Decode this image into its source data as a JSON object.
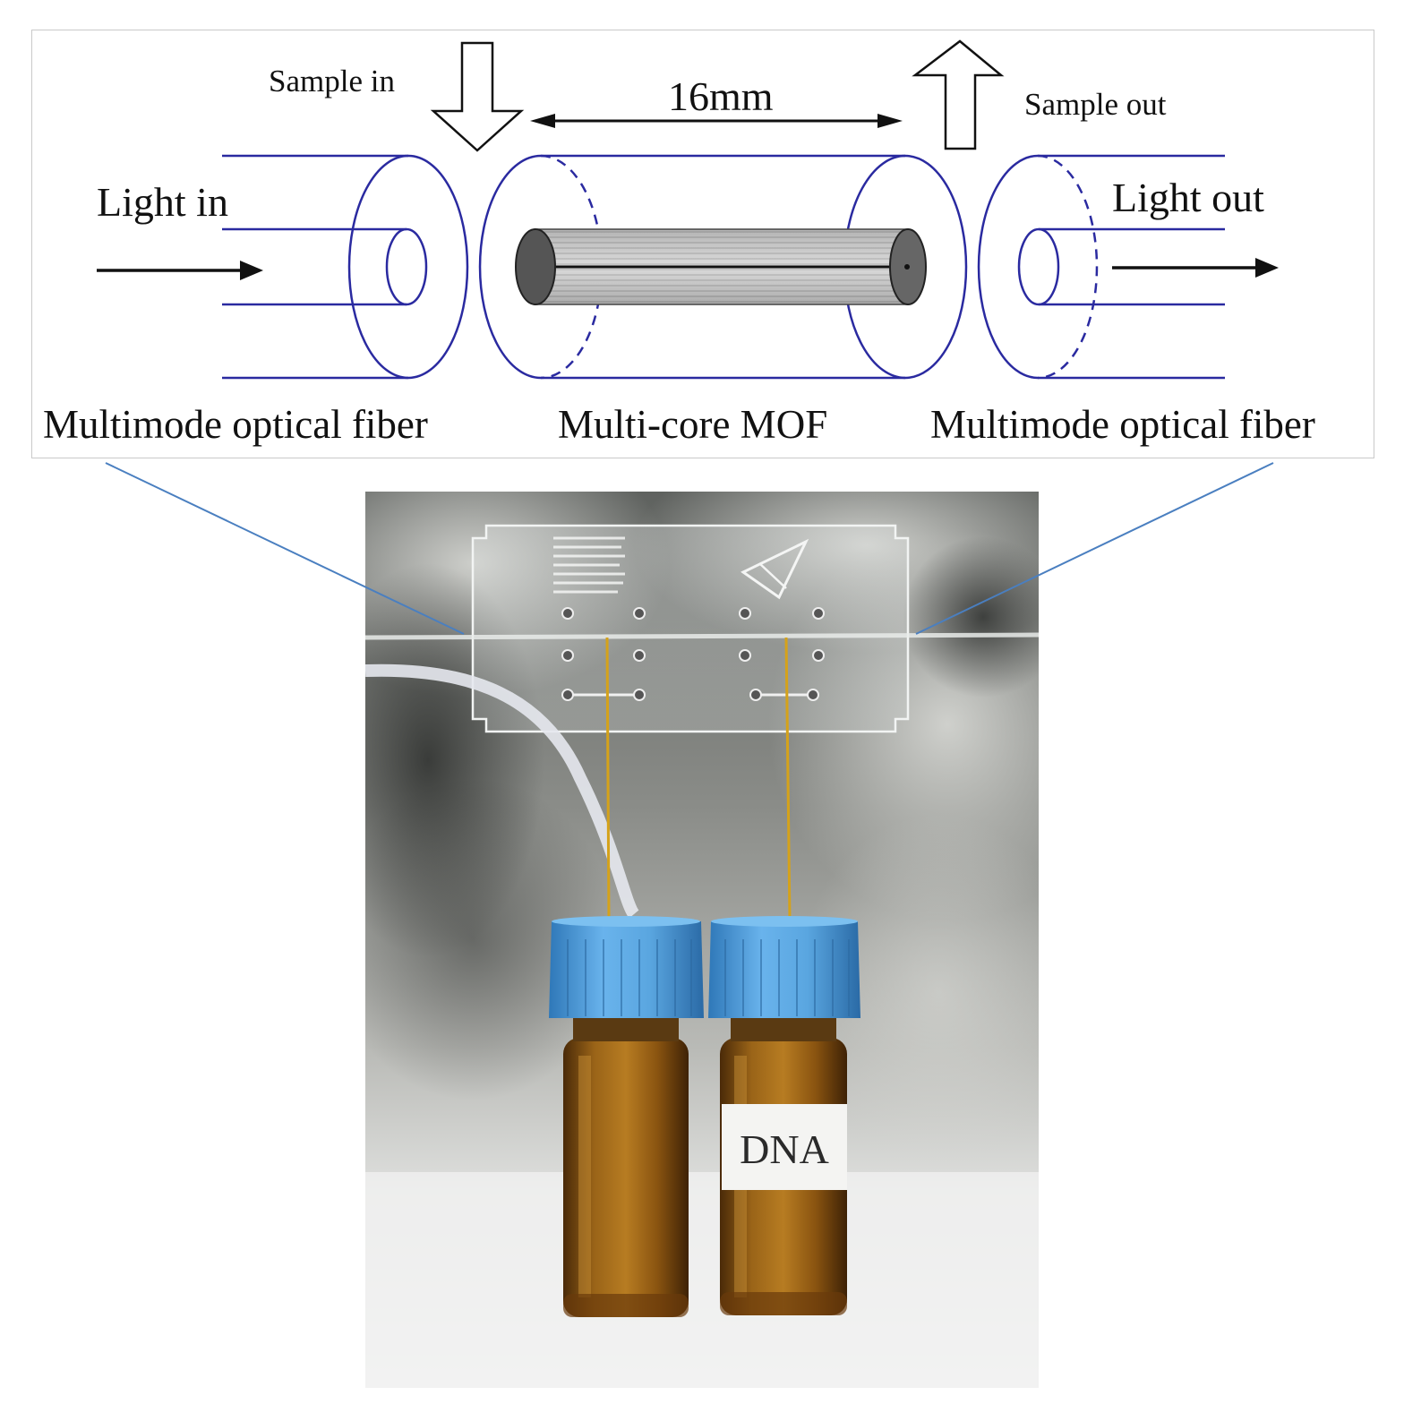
{
  "diagram": {
    "sample_in": "Sample in",
    "sample_out": "Sample out",
    "length": "16mm",
    "light_in": "Light in",
    "light_out": "Light out",
    "left_fiber_label": "Multimode optical fiber",
    "center_label": "Multi-core MOF",
    "right_fiber_label": "Multimode optical fiber"
  },
  "photo": {
    "vial_label": "DNA"
  },
  "colors": {
    "fiber_outline": "#2a2aa0",
    "connector_line": "#4a7fc0",
    "cap_blue": "#4a9ad8",
    "amber": "#8a5210"
  }
}
